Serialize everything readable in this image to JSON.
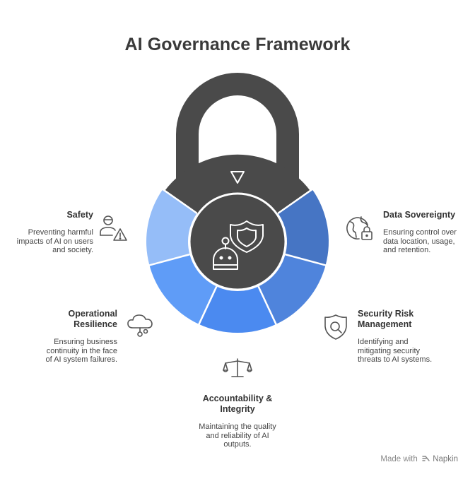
{
  "title": "AI Governance Framework",
  "segments": [
    {
      "id": "data-sovereignty",
      "color": "#4675c4"
    },
    {
      "id": "security-risk",
      "color": "#4f84dc"
    },
    {
      "id": "accountability",
      "color": "#4b8af0"
    },
    {
      "id": "operational-resilience",
      "color": "#5f9cf7"
    },
    {
      "id": "safety",
      "color": "#95bdf8"
    }
  ],
  "items": {
    "safety": {
      "heading": "Safety",
      "desc": [
        "Preventing harmful",
        "impacts of AI on users",
        "and society."
      ]
    },
    "data_sovereignty": {
      "heading": "Data Sovereignty",
      "desc": [
        "Ensuring control over",
        "data location, usage,",
        "and retention."
      ]
    },
    "operational_resilience": {
      "heading": [
        "Operational",
        "Resilience"
      ],
      "desc": [
        "Ensuring business",
        "continuity in the face",
        "of AI system failures."
      ]
    },
    "security_risk": {
      "heading": [
        "Security Risk",
        "Management"
      ],
      "desc": [
        "Identifying and",
        "mitigating security",
        "threats to AI systems."
      ]
    },
    "accountability": {
      "heading": [
        "Accountability &",
        "Integrity"
      ],
      "desc": [
        "Maintaining the quality",
        "and reliability of AI",
        "outputs."
      ]
    }
  },
  "footer": {
    "made_with": "Made with",
    "brand": "Napkin"
  },
  "icons": [
    "person-warning-icon",
    "globe-lock-icon",
    "cloud-bug-icon",
    "shield-search-icon",
    "scales-icon",
    "shield-icon",
    "robot-icon",
    "triangle-down-icon",
    "napkin-logo-icon"
  ]
}
